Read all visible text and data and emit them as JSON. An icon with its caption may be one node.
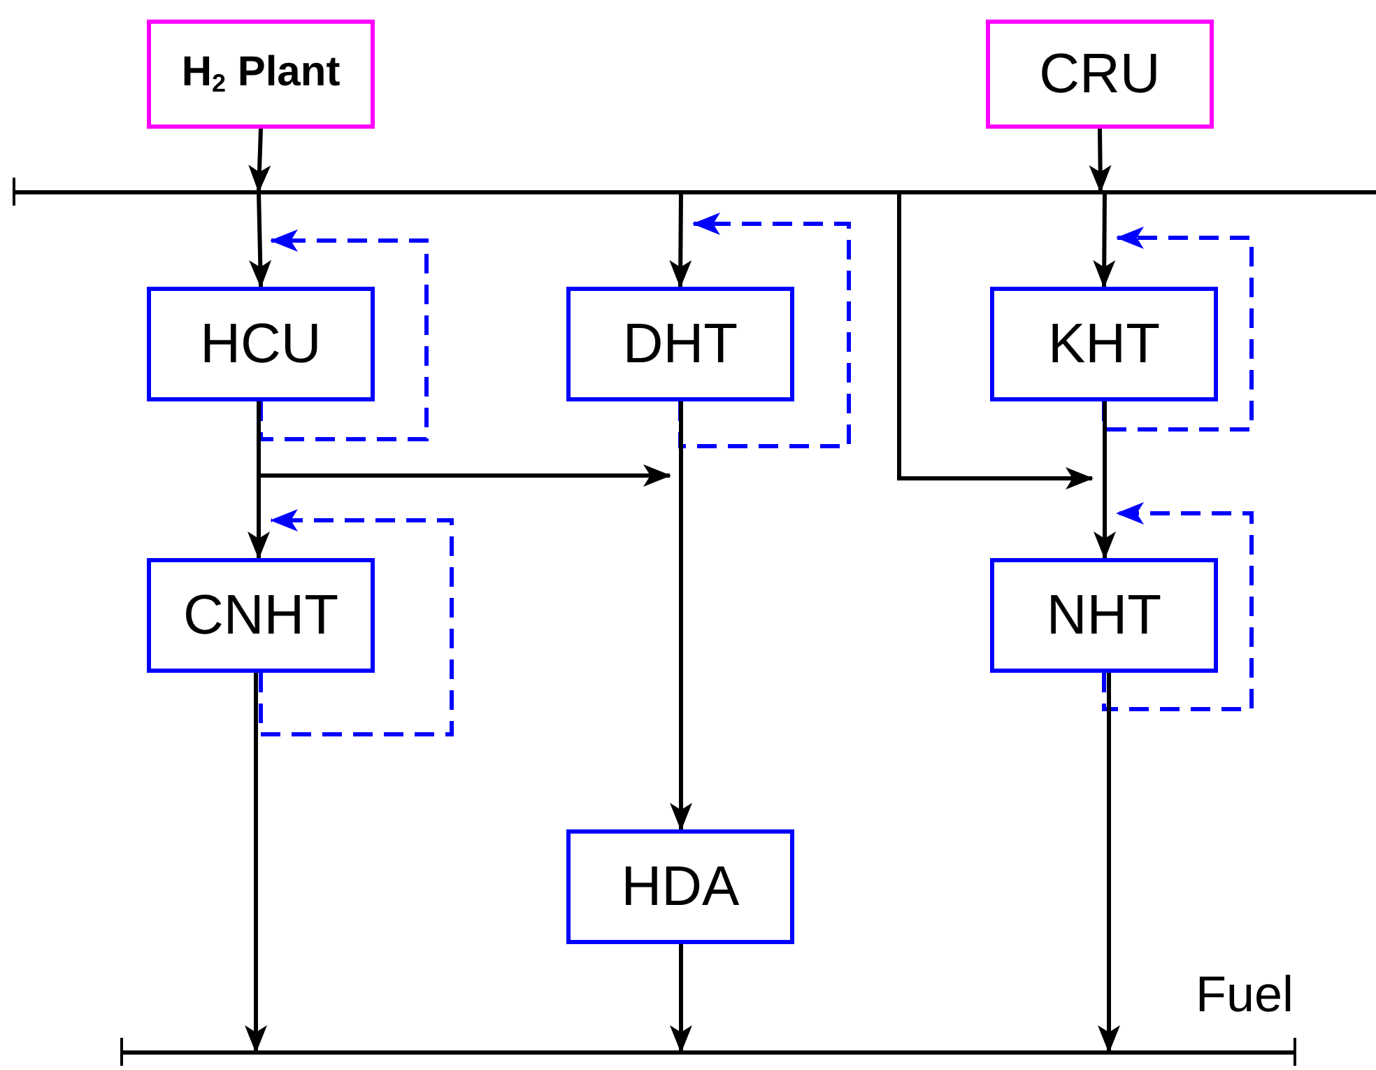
{
  "diagram": {
    "nodes": [
      {
        "text": [
          "H$_{2}$ Plant"
        ]
      },
      {
        "text": [
          "CRU"
        ]
      },
      {
        "text": [],
        "shape": "bar"
      },
      {
        "text": [
          "HCU"
        ]
      },
      {
        "text": [
          "DHT"
        ]
      },
      {
        "text": [
          "KHT"
        ]
      },
      {
        "text": [
          "CNHT"
        ]
      },
      {
        "text": [
          "NHT"
        ]
      },
      {
        "text": [
          "HDA"
        ]
      },
      {
        "text": [],
        "shape": "bar",
        "beside": [
          "Fuel"
        ]
      }
    ],
    "edges": [
      {
        "from": 0,
        "to": 2,
        "arrow": "to"
      },
      {
        "from": 1,
        "to": 2,
        "arrow": "to"
      },
      {
        "from": 2,
        "to": 3,
        "arrow": "to"
      },
      {
        "from": 2,
        "to": 4,
        "arrow": "to"
      },
      {
        "from": 2,
        "to": 5,
        "arrow": "to"
      },
      {
        "from": 3,
        "to": 2,
        "arrow": "to",
        "style": "dashed",
        "color": "#0000ff"
      },
      {
        "from": 4,
        "to": 2,
        "arrow": "to",
        "style": "dashed",
        "color": "#0000ff"
      },
      {
        "from": 5,
        "to": 2,
        "arrow": "to",
        "style": "dashed",
        "color": "#0000ff"
      },
      {
        "from": 3,
        "to": 6,
        "arrow": "to"
      },
      {
        "from": 3,
        "to": null,
        "arrow": "to"
      },
      {
        "from": 4,
        "to": 8,
        "arrow": "to"
      },
      {
        "from": 2,
        "to": null,
        "arrow": "to"
      },
      {
        "from": 5,
        "to": 7,
        "arrow": "to"
      },
      {
        "from": 6,
        "to": null,
        "arrow": "to",
        "style": "dashed",
        "color": "#0000ff"
      },
      {
        "from": 7,
        "to": null,
        "arrow": "to",
        "style": "dashed",
        "color": "#0000ff"
      },
      {
        "from": 6,
        "to": 9,
        "arrow": "to"
      },
      {
        "from": 8,
        "to": 9,
        "arrow": "to"
      },
      {
        "from": 7,
        "to": 9,
        "arrow": "to"
      }
    ]
  }
}
